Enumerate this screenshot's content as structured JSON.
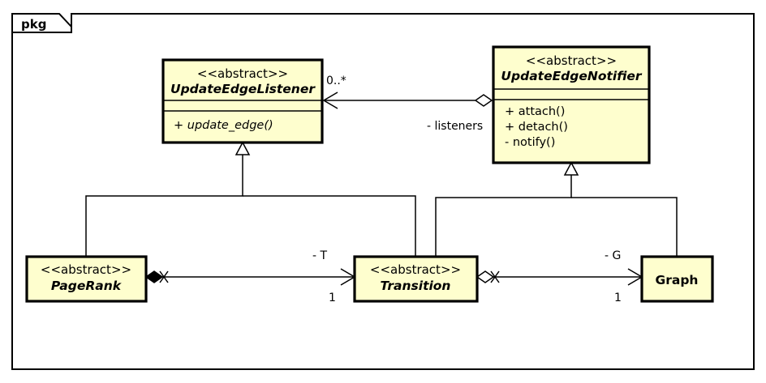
{
  "diagram": {
    "kind": "uml-class-diagram",
    "package_label": "pkg",
    "background_color": "#FFFFFF",
    "class_fill_color": "#FEFECE",
    "line_color": "#000000"
  },
  "classes": {
    "update_edge_listener": {
      "stereotype": "<<abstract>>",
      "name": "UpdateEdgeListener",
      "attributes": [],
      "methods": [
        "+ update_edge()"
      ],
      "is_abstract": true
    },
    "update_edge_notifier": {
      "stereotype": "<<abstract>>",
      "name": "UpdateEdgeNotifier",
      "attributes": [],
      "methods": [
        "+ attach()",
        "+ detach()",
        "- notify()"
      ],
      "is_abstract": true,
      "method_1": "+ attach()",
      "method_2": "+ detach()",
      "method_3": "- notify()"
    },
    "page_rank": {
      "stereotype": "<<abstract>>",
      "name": "PageRank",
      "is_abstract": true
    },
    "transition": {
      "stereotype": "<<abstract>>",
      "name": "Transition",
      "is_abstract": true
    },
    "graph": {
      "name": "Graph",
      "is_abstract": false
    }
  },
  "relationships": {
    "notifier_to_listener": {
      "type": "aggregation",
      "source": "UpdateEdgeNotifier",
      "target": "UpdateEdgeListener",
      "source_multiplicity": "",
      "target_multiplicity": "0..*",
      "role": "- listeners"
    },
    "pagerank_to_transition": {
      "type": "composition",
      "source": "PageRank",
      "target": "Transition",
      "role": "- T",
      "target_multiplicity": "1"
    },
    "transition_to_graph": {
      "type": "aggregation",
      "source": "Transition",
      "target": "Graph",
      "role": "- G",
      "target_multiplicity": "1"
    },
    "pagerank_extends_listener": {
      "type": "generalization",
      "source": "PageRank",
      "target": "UpdateEdgeListener"
    },
    "transition_extends_listener": {
      "type": "generalization",
      "source": "Transition",
      "target": "UpdateEdgeListener"
    },
    "transition_extends_notifier": {
      "type": "generalization",
      "source": "Transition",
      "target": "UpdateEdgeNotifier"
    },
    "graph_extends_notifier": {
      "type": "generalization",
      "source": "Graph",
      "target": "UpdateEdgeNotifier"
    }
  }
}
